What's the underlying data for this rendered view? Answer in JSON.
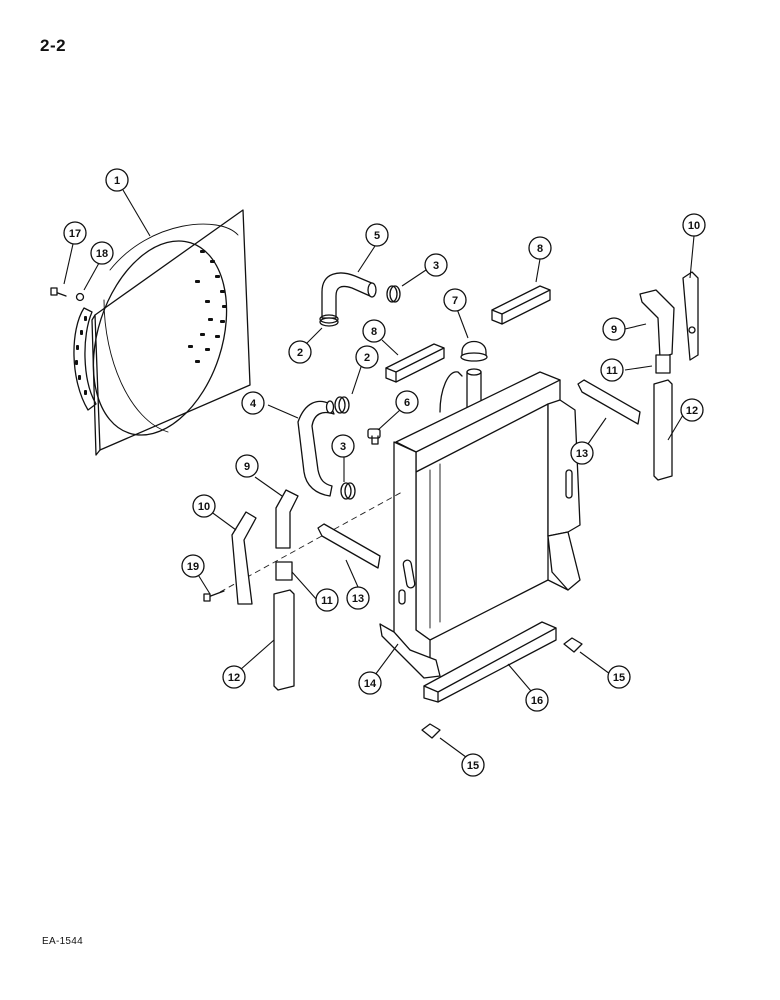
{
  "page_label": "2-2",
  "reference_code": "EA-1544",
  "callouts": [
    {
      "label": "1"
    },
    {
      "label": "17"
    },
    {
      "label": "18"
    },
    {
      "label": "5"
    },
    {
      "label": "3"
    },
    {
      "label": "2"
    },
    {
      "label": "8"
    },
    {
      "label": "7"
    },
    {
      "label": "8"
    },
    {
      "label": "2"
    },
    {
      "label": "4"
    },
    {
      "label": "6"
    },
    {
      "label": "3"
    },
    {
      "label": "10"
    },
    {
      "label": "9"
    },
    {
      "label": "11"
    },
    {
      "label": "12"
    },
    {
      "label": "13"
    },
    {
      "label": "9"
    },
    {
      "label": "10"
    },
    {
      "label": "19"
    },
    {
      "label": "11"
    },
    {
      "label": "13"
    },
    {
      "label": "12"
    },
    {
      "label": "14"
    },
    {
      "label": "16"
    },
    {
      "label": "15"
    },
    {
      "label": "15"
    }
  ]
}
